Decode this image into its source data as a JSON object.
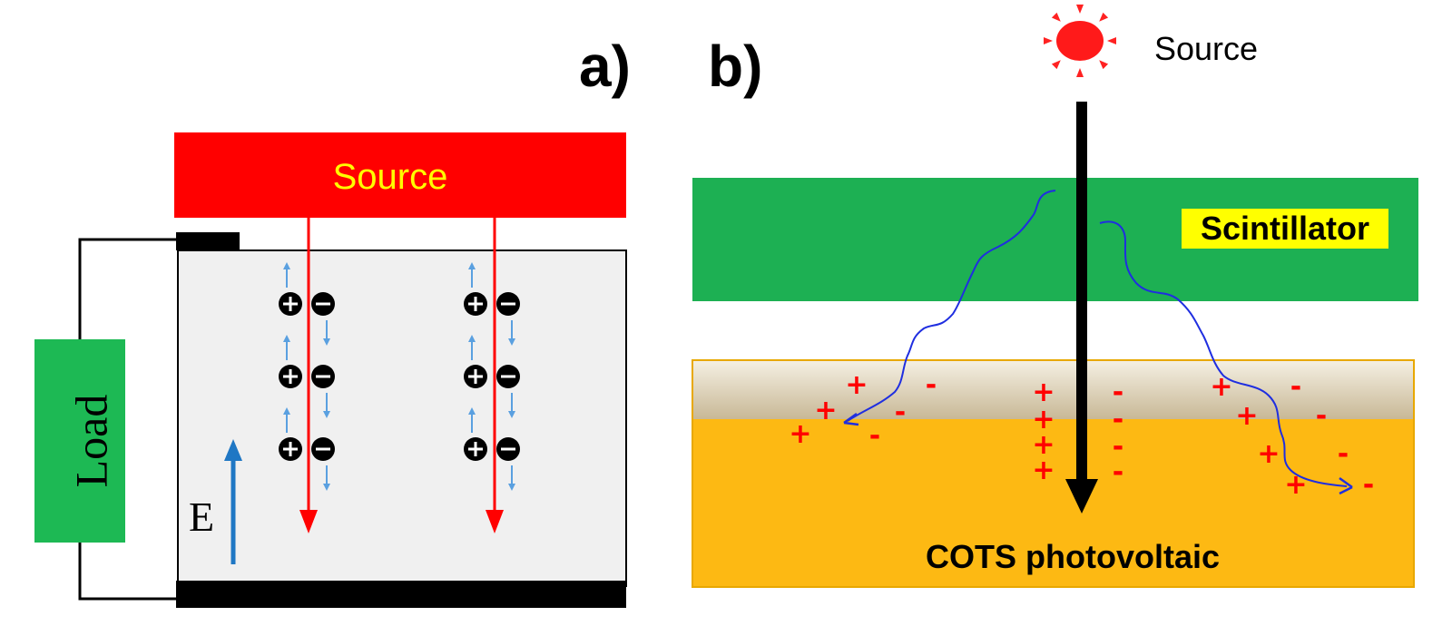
{
  "panel_a": {
    "label": "a)",
    "source_label": "Source",
    "load_label": "Load",
    "field_label": "E",
    "charge_rows": 3,
    "charge_columns": 2
  },
  "panel_b": {
    "label": "b)",
    "source_label": "Source",
    "scintillator_label": "Scintillator",
    "photovoltaic_label": "COTS photovoltaic",
    "plus_sign": "+",
    "minus_sign": "-"
  },
  "colors": {
    "source_red": "#ff0000",
    "field_blue": "#1f77c4",
    "small_arrow_blue": "#5aa0e0",
    "load_green": "#1db954",
    "scintillator_green": "#1db053",
    "photovoltaic_orange": "#fdb913",
    "label_highlight": "#ffff00",
    "photon_track": "#1f2ee0",
    "charge_red": "#ff0000"
  },
  "icons": [
    "sun-icon",
    "positive-charge-icon",
    "negative-charge-icon"
  ]
}
